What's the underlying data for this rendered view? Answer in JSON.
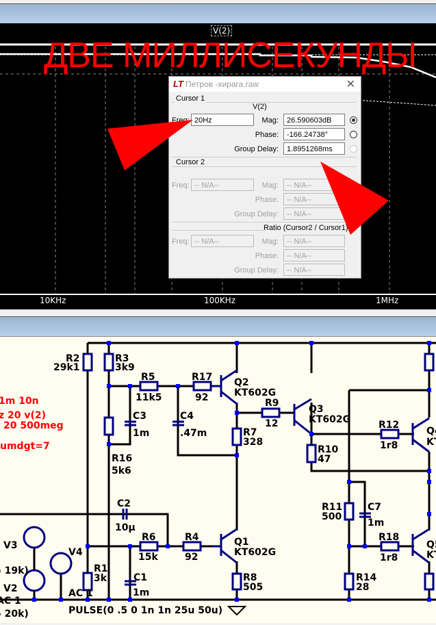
{
  "plot": {
    "trace": "V(2)",
    "x_ticks": [
      "10KHz",
      "100KHz",
      "1MHz"
    ]
  },
  "dialog": {
    "title": "Петров -хирага.raw",
    "cursor1": {
      "group": "Cursor 1",
      "trace": "V(2)",
      "freq_label": "Freq:",
      "freq": "20Hz",
      "mag_label": "Mag:",
      "mag": "26.590603dB",
      "phase_label": "Phase:",
      "phase": "-166.24738°",
      "gd_label": "Group Delay:",
      "gd": "1.8951268ms"
    },
    "cursor2": {
      "group": "Cursor 2",
      "freq_label": "Freq:",
      "freq": "-- N/A--",
      "mag_label": "Mag:",
      "mag": "-- N/A--",
      "phase_label": "Phase:",
      "phase": "-- N/A--",
      "gd_label": "Group Delay:",
      "gd": "-- N/A--"
    },
    "ratio": {
      "group": "Ratio (Cursor2 / Cursor1)",
      "freq_label": "Freq:",
      "freq": "-- N/A--",
      "mag_label": "Mag:",
      "mag": "-- N/A--",
      "phase_label": "Phase:",
      "phase": "-- N/A--",
      "gd_label": "Group Delay:",
      "gd": "-- N/A--"
    }
  },
  "annotation": "ДВЕ МИЛЛИСЕКУНДЫ",
  "annotation_color": "#ff0000",
  "schematic": {
    "directives": [
      "1m 10n",
      "z 20 v(2)",
      "20 500meg",
      "umdgt=7"
    ],
    "R2": "R2",
    "R2v": "29k1",
    "R3": "R3",
    "R3v": "3k9",
    "R5": "R5",
    "R5v": "11k5",
    "R17": "R17",
    "R17v": "92",
    "C3": "C3",
    "C3v": "1m",
    "C4": "C4",
    "C4v": ".47m",
    "R16": "R16",
    "R16v": "5k6",
    "C2": "C2",
    "C2v": "10µ",
    "R6": "R6",
    "R6v": "15k",
    "R4": "R4",
    "R4v": "92",
    "C1": "C1",
    "C1v": "1m",
    "R1": "R1",
    "R1v": "3k",
    "V3": "V3",
    "V3v": "5 19k)",
    "V2": "V2",
    "V2a": "AC 1",
    "V2v": "5 20k)",
    "V4": "V4",
    "V4v": "PULSE(0 .5 0 1n 1n 25u 50u)",
    "V4a": "AC 1",
    "Q2": "Q2",
    "Q2v": "KT602G",
    "Q3": "Q3",
    "Q3v": "KT602G",
    "Q1": "Q1",
    "Q1v": "KT602G",
    "Q4": "Q4",
    "Q4v": "KT",
    "Q5": "Q5",
    "Q5v": "KT",
    "R9": "R9",
    "R9v": "12",
    "R7": "R7",
    "R7v": "328",
    "R10": "R10",
    "R10v": "47",
    "R12": "R12",
    "R12v": "1r8",
    "R11": "R11",
    "R11v": "500",
    "C7": "C7",
    "C7v": "1m",
    "R18": "R18",
    "R18v": "1r8",
    "R8": "R8",
    "R8v": "505",
    "R14": "R14",
    "R14v": "28"
  }
}
